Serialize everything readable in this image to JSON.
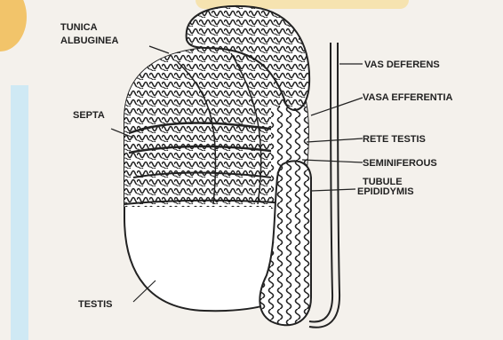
{
  "diagram": {
    "labels": {
      "tunica_albuginea_line1": "TUNICA",
      "tunica_albuginea_line2": "ALBUGINEA",
      "septa": "SEPTA",
      "testis": "TESTIS",
      "vas_deferens": "VAS DEFERENS",
      "vasa_efferentia": "VASA EFFERENTIA",
      "rete_testis": "RETE TESTIS",
      "seminiferous_tubule_line1": "SEMINIFEROUS",
      "seminiferous_tubule_line2": "TUBULE",
      "epididymis": "EPIDIDYMIS"
    },
    "colors": {
      "ink": "#222222",
      "paper": "#f4f1ec",
      "accent_blue": "#cfe9f4",
      "accent_orange": "#f2c46a"
    }
  }
}
